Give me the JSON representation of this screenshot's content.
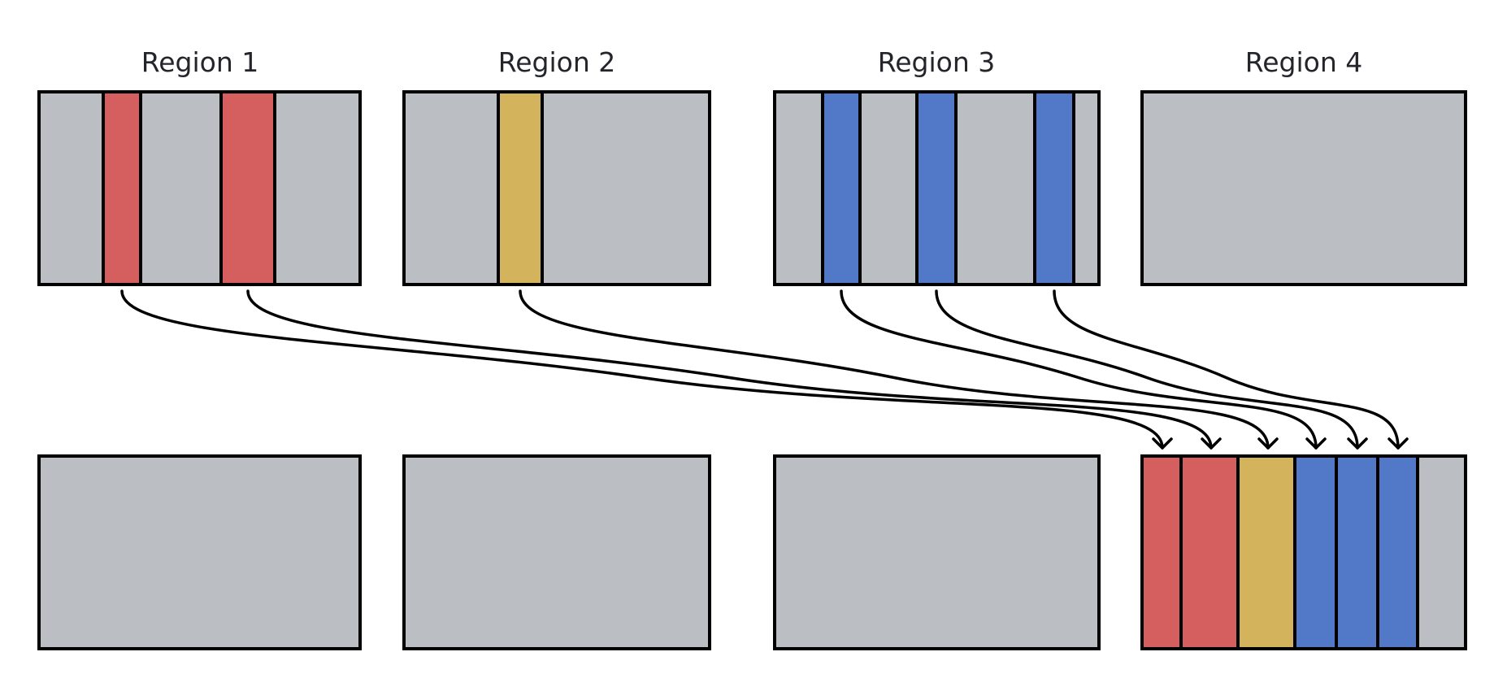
{
  "colors": {
    "background_fill": "#bbbec2",
    "red": "#d45f5e",
    "yellow": "#d4b35d",
    "blue": "#5179c8",
    "stroke": "#000000",
    "title_text": "#23252b"
  },
  "regions": [
    {
      "title": "Region 1",
      "top_segments": [
        "red",
        "red"
      ]
    },
    {
      "title": "Region 2",
      "top_segments": [
        "yellow"
      ]
    },
    {
      "title": "Region 3",
      "top_segments": [
        "blue",
        "blue",
        "blue"
      ]
    },
    {
      "title": "Region 4",
      "top_segments": []
    }
  ],
  "destination": {
    "region": "Region 4",
    "segments": [
      "red",
      "red",
      "yellow",
      "blue",
      "blue",
      "blue"
    ]
  },
  "transfers": [
    {
      "from_region": "Region 1",
      "from_segment": 0,
      "to_slot": 0,
      "color": "red"
    },
    {
      "from_region": "Region 1",
      "from_segment": 1,
      "to_slot": 1,
      "color": "red"
    },
    {
      "from_region": "Region 2",
      "from_segment": 0,
      "to_slot": 2,
      "color": "yellow"
    },
    {
      "from_region": "Region 3",
      "from_segment": 0,
      "to_slot": 3,
      "color": "blue"
    },
    {
      "from_region": "Region 3",
      "from_segment": 1,
      "to_slot": 4,
      "color": "blue"
    },
    {
      "from_region": "Region 3",
      "from_segment": 2,
      "to_slot": 5,
      "color": "blue"
    }
  ]
}
